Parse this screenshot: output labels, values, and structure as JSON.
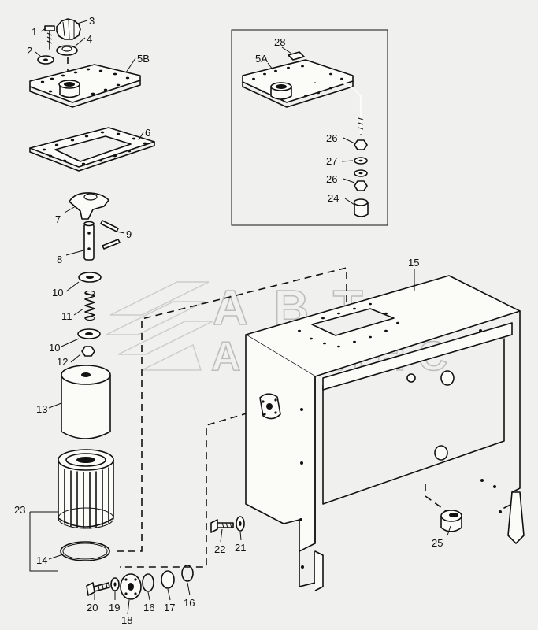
{
  "watermark": {
    "line1": "АВТО",
    "line2": "АЛЬЯНС"
  },
  "callouts": {
    "p1": "1",
    "p2": "2",
    "p3": "3",
    "p4": "4",
    "p5b": "5B",
    "p6": "6",
    "p7": "7",
    "p8": "8",
    "p9": "9",
    "p10a": "10",
    "p11": "11",
    "p10b": "10",
    "p12": "12",
    "p13": "13",
    "p23": "23",
    "p14": "14",
    "p20": "20",
    "p19": "19",
    "p18": "18",
    "p16a": "16",
    "p17": "17",
    "p16b": "16",
    "p22": "22",
    "p21": "21",
    "p25": "25",
    "p15": "15",
    "p28": "28",
    "p5a": "5A",
    "p26a": "26",
    "p27": "27",
    "p26b": "26",
    "p24": "24"
  }
}
